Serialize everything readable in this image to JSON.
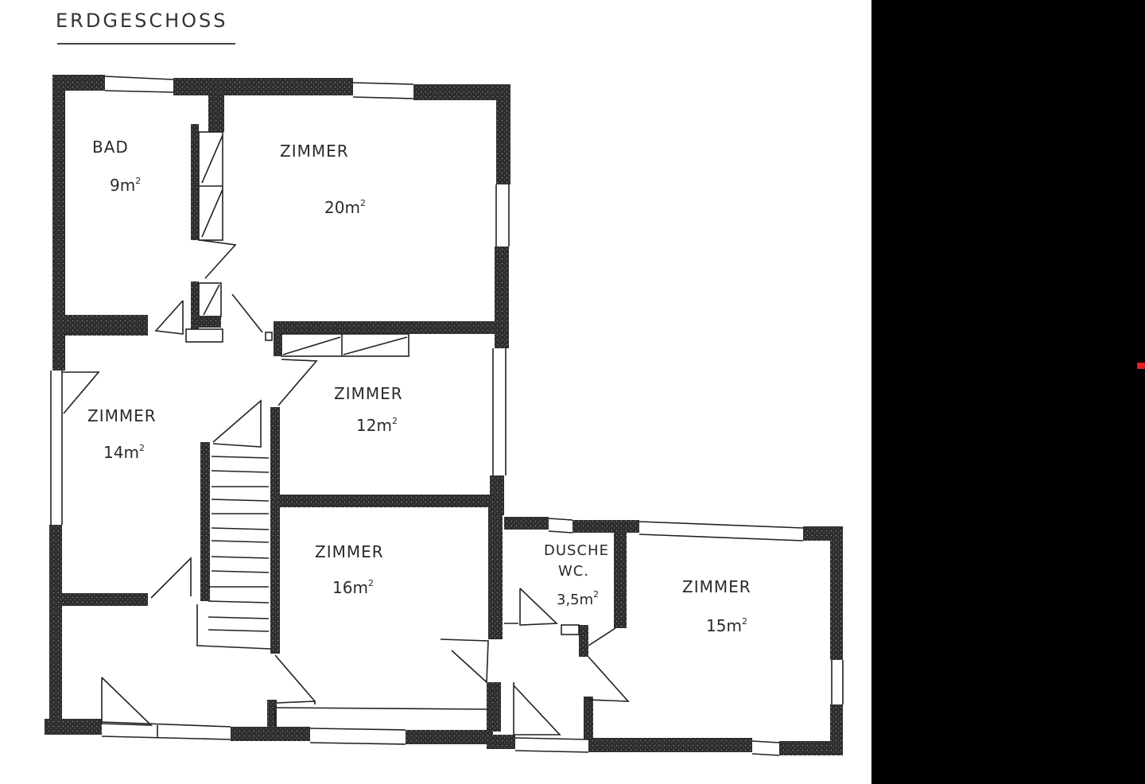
{
  "title": "ERDGESCHOSS",
  "rooms": [
    {
      "name": "BAD",
      "area": "9m",
      "sup": "2"
    },
    {
      "name": "ZIMMER",
      "area": "20m",
      "sup": "2"
    },
    {
      "name": "ZIMMER",
      "area": "14m",
      "sup": "2"
    },
    {
      "name": "ZIMMER",
      "area": "12m",
      "sup": "2"
    },
    {
      "name": "ZIMMER",
      "area": "16m",
      "sup": "2"
    },
    {
      "name": "DUSCHE",
      "name2": "WC.",
      "area": "3,5m",
      "sup": "2"
    },
    {
      "name": "ZIMMER",
      "area": "15m",
      "sup": "2"
    }
  ],
  "colors": {
    "wall": "#2e2e2e",
    "line": "#222222",
    "background": "#ffffff",
    "side_panel": "#000000",
    "marker": "#e0202a"
  }
}
